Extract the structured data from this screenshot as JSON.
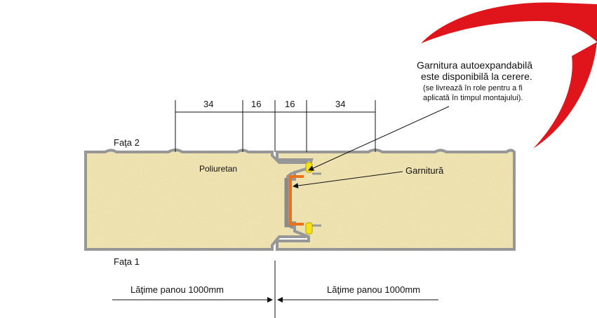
{
  "dimensions": [
    "34",
    "16",
    "16",
    "34"
  ],
  "labels": {
    "face_top": "Faţa 2",
    "face_bottom": "Faţa 1",
    "core": "Poliuretan",
    "gasket": "Garnitură",
    "note_line1": "Garnitura autoexpandabilă",
    "note_line2": "este disponibilă la cerere.",
    "note_line3": "(se livrează în role  pentru a fi",
    "note_line4": "aplicată  în timpul montajului).",
    "width_left": "Lăţime panou 1000mm",
    "width_right": "Lăţime panou 1000mm"
  },
  "colors": {
    "foam": "#f2e6b4",
    "skin": "#9a9a9a",
    "gasket": "#e8731c",
    "seal": "#f4e21a",
    "accent": "#e0151c"
  }
}
